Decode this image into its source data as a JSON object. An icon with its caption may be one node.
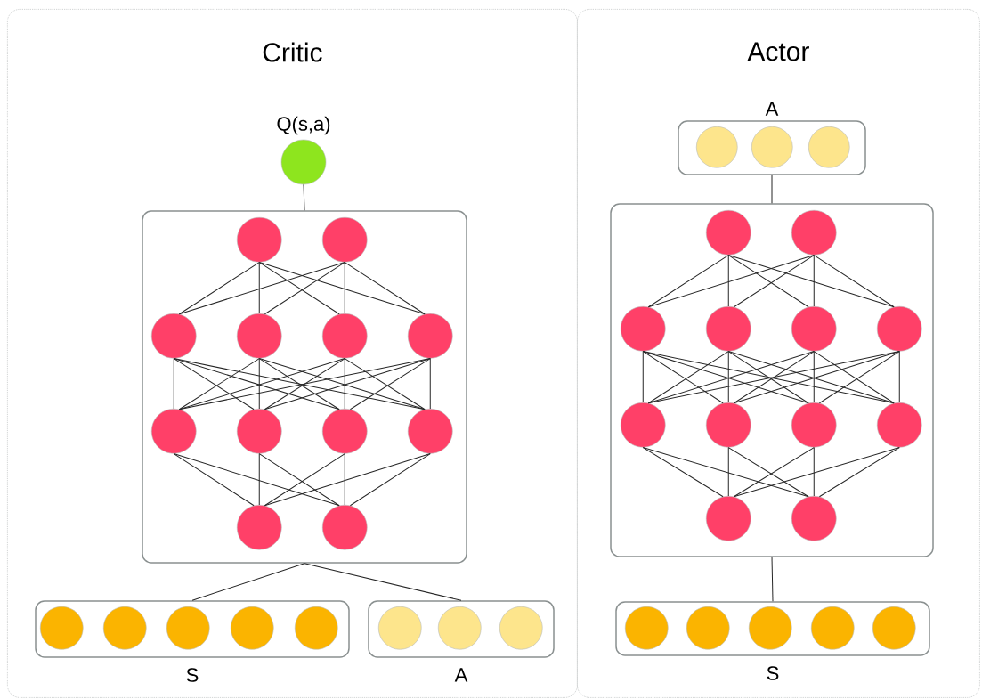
{
  "diagram": {
    "nodes": [
      {
        "text": [
          "Critic"
        ]
      },
      {
        "text": [
          "Q(s,a)"
        ],
        "in": 0
      },
      {
        "text": [],
        "shape": "box",
        "in": 0
      },
      {
        "text": [],
        "shape": "circle",
        "in": 2
      },
      {
        "text": [],
        "shape": "circle",
        "in": 2
      },
      {
        "text": [],
        "shape": "circle",
        "in": 2
      },
      {
        "text": [],
        "shape": "circle",
        "in": 2
      },
      {
        "text": [],
        "shape": "circle",
        "in": 2
      },
      {
        "text": [],
        "shape": "circle",
        "in": 2
      },
      {
        "text": [],
        "shape": "circle",
        "in": 2
      },
      {
        "text": [],
        "shape": "circle",
        "in": 2
      },
      {
        "text": [],
        "shape": "circle",
        "in": 2
      },
      {
        "text": [],
        "shape": "circle",
        "in": 2
      },
      {
        "text": [],
        "shape": "circle",
        "in": 2
      },
      {
        "text": [],
        "shape": "circle",
        "in": 2
      },
      {
        "text": [
          "S"
        ],
        "in": 0
      },
      {
        "text": [],
        "shape": "circle",
        "in": 15
      },
      {
        "text": [],
        "shape": "circle",
        "in": 15
      },
      {
        "text": [],
        "shape": "circle",
        "in": 15
      },
      {
        "text": [],
        "shape": "circle",
        "in": 15
      },
      {
        "text": [],
        "shape": "circle",
        "in": 15
      },
      {
        "text": [
          "A"
        ],
        "in": 0
      },
      {
        "text": [],
        "shape": "circle",
        "in": 21
      },
      {
        "text": [],
        "shape": "circle",
        "in": 21
      },
      {
        "text": [],
        "shape": "circle",
        "in": 21
      },
      {
        "text": [
          "Actor"
        ]
      },
      {
        "text": [
          "A"
        ],
        "in": 25
      },
      {
        "text": [],
        "shape": "circle",
        "in": 26
      },
      {
        "text": [],
        "shape": "circle",
        "in": 26
      },
      {
        "text": [],
        "shape": "circle",
        "in": 26
      },
      {
        "text": [],
        "shape": "box",
        "in": 25
      },
      {
        "text": [],
        "shape": "circle",
        "in": 30
      },
      {
        "text": [],
        "shape": "circle",
        "in": 30
      },
      {
        "text": [],
        "shape": "circle",
        "in": 30
      },
      {
        "text": [],
        "shape": "circle",
        "in": 30
      },
      {
        "text": [],
        "shape": "circle",
        "in": 30
      },
      {
        "text": [],
        "shape": "circle",
        "in": 30
      },
      {
        "text": [],
        "shape": "circle",
        "in": 30
      },
      {
        "text": [],
        "shape": "circle",
        "in": 30
      },
      {
        "text": [],
        "shape": "circle",
        "in": 30
      },
      {
        "text": [],
        "shape": "circle",
        "in": 30
      },
      {
        "text": [],
        "shape": "circle",
        "in": 30
      },
      {
        "text": [],
        "shape": "circle",
        "in": 30
      },
      {
        "text": [
          "S"
        ],
        "in": 25
      },
      {
        "text": [],
        "shape": "circle",
        "in": 43
      },
      {
        "text": [],
        "shape": "circle",
        "in": 43
      },
      {
        "text": [],
        "shape": "circle",
        "in": 43
      },
      {
        "text": [],
        "shape": "circle",
        "in": 43
      },
      {
        "text": [],
        "shape": "circle",
        "in": 43
      }
    ],
    "edges": [
      {
        "from": 1,
        "to": 2,
        "arrow": "none"
      },
      {
        "from": 2,
        "to": 15,
        "arrow": "none"
      },
      {
        "from": 2,
        "to": 21,
        "arrow": "none"
      },
      {
        "from": 3,
        "to": 5,
        "arrow": "none"
      },
      {
        "from": 3,
        "to": 6,
        "arrow": "none"
      },
      {
        "from": 3,
        "to": 7,
        "arrow": "none"
      },
      {
        "from": 3,
        "to": 8,
        "arrow": "none"
      },
      {
        "from": 4,
        "to": 5,
        "arrow": "none"
      },
      {
        "from": 4,
        "to": 6,
        "arrow": "none"
      },
      {
        "from": 4,
        "to": 7,
        "arrow": "none"
      },
      {
        "from": 4,
        "to": 8,
        "arrow": "none"
      },
      {
        "from": 5,
        "to": 9,
        "arrow": "none"
      },
      {
        "from": 5,
        "to": 10,
        "arrow": "none"
      },
      {
        "from": 5,
        "to": 11,
        "arrow": "none"
      },
      {
        "from": 5,
        "to": 12,
        "arrow": "none"
      },
      {
        "from": 6,
        "to": 9,
        "arrow": "none"
      },
      {
        "from": 6,
        "to": 10,
        "arrow": "none"
      },
      {
        "from": 6,
        "to": 11,
        "arrow": "none"
      },
      {
        "from": 6,
        "to": 12,
        "arrow": "none"
      },
      {
        "from": 7,
        "to": 9,
        "arrow": "none"
      },
      {
        "from": 7,
        "to": 10,
        "arrow": "none"
      },
      {
        "from": 7,
        "to": 11,
        "arrow": "none"
      },
      {
        "from": 7,
        "to": 12,
        "arrow": "none"
      },
      {
        "from": 8,
        "to": 9,
        "arrow": "none"
      },
      {
        "from": 8,
        "to": 10,
        "arrow": "none"
      },
      {
        "from": 8,
        "to": 11,
        "arrow": "none"
      },
      {
        "from": 8,
        "to": 12,
        "arrow": "none"
      },
      {
        "from": 9,
        "to": 13,
        "arrow": "none"
      },
      {
        "from": 9,
        "to": 14,
        "arrow": "none"
      },
      {
        "from": 10,
        "to": 13,
        "arrow": "none"
      },
      {
        "from": 10,
        "to": 14,
        "arrow": "none"
      },
      {
        "from": 11,
        "to": 13,
        "arrow": "none"
      },
      {
        "from": 11,
        "to": 14,
        "arrow": "none"
      },
      {
        "from": 12,
        "to": 13,
        "arrow": "none"
      },
      {
        "from": 12,
        "to": 14,
        "arrow": "none"
      },
      {
        "from": 26,
        "to": 30,
        "arrow": "none"
      },
      {
        "from": 30,
        "to": 43,
        "arrow": "none"
      },
      {
        "from": 31,
        "to": 33,
        "arrow": "none"
      },
      {
        "from": 31,
        "to": 34,
        "arrow": "none"
      },
      {
        "from": 31,
        "to": 35,
        "arrow": "none"
      },
      {
        "from": 31,
        "to": 36,
        "arrow": "none"
      },
      {
        "from": 32,
        "to": 33,
        "arrow": "none"
      },
      {
        "from": 32,
        "to": 34,
        "arrow": "none"
      },
      {
        "from": 32,
        "to": 35,
        "arrow": "none"
      },
      {
        "from": 32,
        "to": 36,
        "arrow": "none"
      },
      {
        "from": 33,
        "to": 37,
        "arrow": "none"
      },
      {
        "from": 33,
        "to": 38,
        "arrow": "none"
      },
      {
        "from": 33,
        "to": 39,
        "arrow": "none"
      },
      {
        "from": 33,
        "to": 40,
        "arrow": "none"
      },
      {
        "from": 34,
        "to": 37,
        "arrow": "none"
      },
      {
        "from": 34,
        "to": 38,
        "arrow": "none"
      },
      {
        "from": 34,
        "to": 39,
        "arrow": "none"
      },
      {
        "from": 34,
        "to": 40,
        "arrow": "none"
      },
      {
        "from": 35,
        "to": 37,
        "arrow": "none"
      },
      {
        "from": 35,
        "to": 38,
        "arrow": "none"
      },
      {
        "from": 35,
        "to": 39,
        "arrow": "none"
      },
      {
        "from": 35,
        "to": 40,
        "arrow": "none"
      },
      {
        "from": 36,
        "to": 37,
        "arrow": "none"
      },
      {
        "from": 36,
        "to": 38,
        "arrow": "none"
      },
      {
        "from": 36,
        "to": 39,
        "arrow": "none"
      },
      {
        "from": 36,
        "to": 40,
        "arrow": "none"
      },
      {
        "from": 37,
        "to": 41,
        "arrow": "none"
      },
      {
        "from": 37,
        "to": 42,
        "arrow": "none"
      },
      {
        "from": 38,
        "to": 41,
        "arrow": "none"
      },
      {
        "from": 38,
        "to": 42,
        "arrow": "none"
      },
      {
        "from": 39,
        "to": 41,
        "arrow": "none"
      },
      {
        "from": 39,
        "to": 42,
        "arrow": "none"
      },
      {
        "from": 40,
        "to": 41,
        "arrow": "none"
      },
      {
        "from": 40,
        "to": 42,
        "arrow": "none"
      }
    ]
  }
}
